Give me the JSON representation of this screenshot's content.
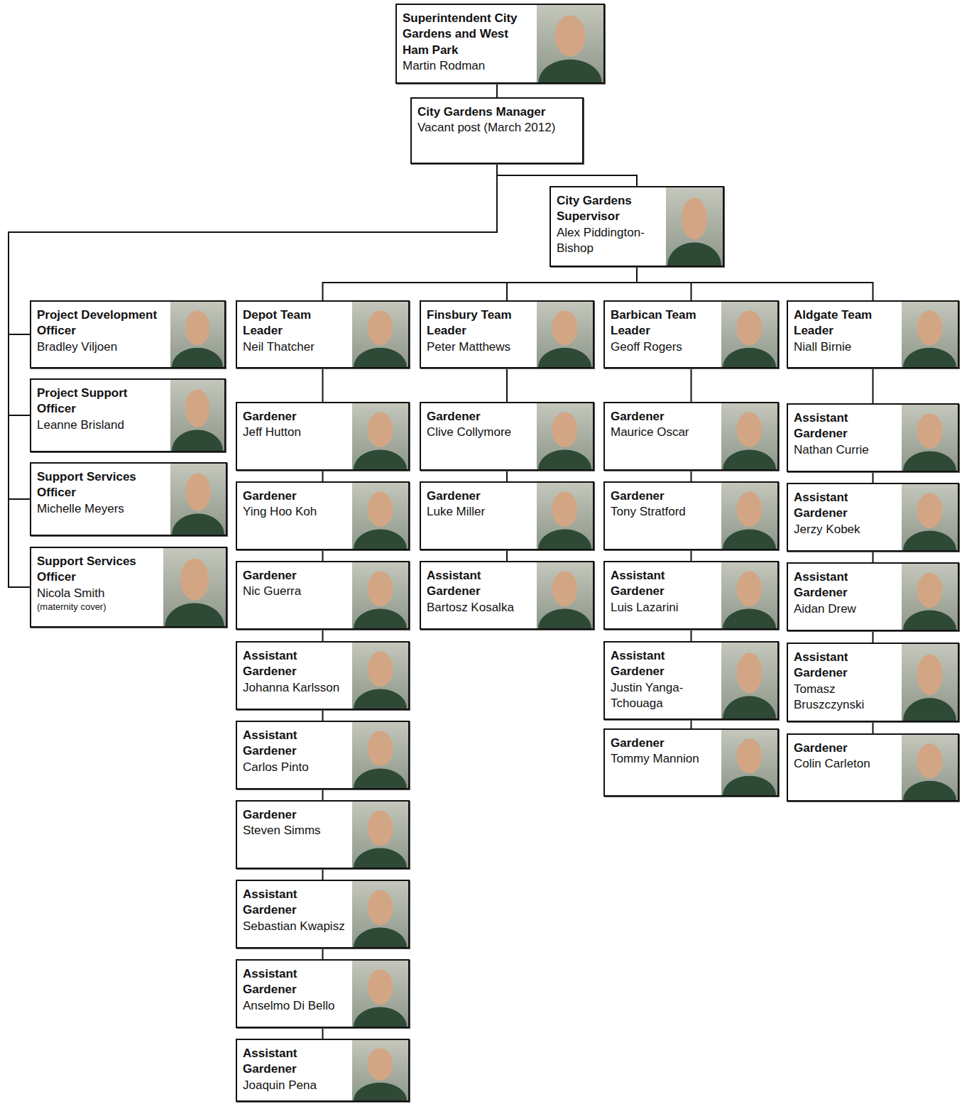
{
  "diagram": {
    "nodes": [
      {
        "text": [
          "Superintendent City Gardens and West Ham Park",
          "Martin Rodman"
        ]
      },
      {
        "text": [
          "City Gardens Manager",
          "Vacant post (March 2012)"
        ]
      },
      {
        "text": [
          "City Gardens Supervisor",
          "Alex Piddington-Bishop"
        ]
      },
      {
        "text": [
          "Project Development Officer",
          "Bradley Viljoen"
        ]
      },
      {
        "text": [
          "Project Support Officer",
          "Leanne Brisland"
        ]
      },
      {
        "text": [
          "Support Services Officer",
          "Michelle Meyers"
        ]
      },
      {
        "text": [
          "Support Services Officer",
          "Nicola Smith",
          "(maternity cover)"
        ]
      },
      {
        "text": [
          "Depot Team Leader",
          "Neil Thatcher"
        ]
      },
      {
        "text": [
          "Finsbury Team Leader",
          "Peter Matthews"
        ]
      },
      {
        "text": [
          "Barbican Team Leader",
          "Geoff Rogers"
        ]
      },
      {
        "text": [
          "Aldgate Team Leader",
          "Niall Birnie"
        ]
      },
      {
        "text": [
          "Gardener",
          "Jeff Hutton"
        ]
      },
      {
        "text": [
          "Gardener",
          "Ying Hoo Koh"
        ]
      },
      {
        "text": [
          "Gardener",
          "Nic Guerra"
        ]
      },
      {
        "text": [
          "Assistant Gardener",
          "Johanna Karlsson"
        ]
      },
      {
        "text": [
          "Assistant Gardener",
          "Carlos Pinto"
        ]
      },
      {
        "text": [
          "Gardener",
          "Steven Simms"
        ]
      },
      {
        "text": [
          "Assistant Gardener",
          "Sebastian Kwapisz"
        ]
      },
      {
        "text": [
          "Assistant Gardener",
          "Anselmo Di Bello"
        ]
      },
      {
        "text": [
          "Assistant Gardener",
          "Joaquin Pena"
        ]
      },
      {
        "text": [
          "Gardener",
          "Clive Collymore"
        ]
      },
      {
        "text": [
          "Gardener",
          "Luke Miller"
        ]
      },
      {
        "text": [
          "Assistant Gardener",
          "Bartosz Kosalka"
        ]
      },
      {
        "text": [
          "Gardener",
          "Maurice Oscar"
        ]
      },
      {
        "text": [
          "Gardener",
          "Tony Stratford"
        ]
      },
      {
        "text": [
          "Assistant Gardener",
          "Luis Lazarini"
        ]
      },
      {
        "text": [
          "Assistant Gardener",
          "Justin Yanga-Tchouaga"
        ]
      },
      {
        "text": [
          "Gardener",
          "Tommy Mannion"
        ]
      },
      {
        "text": [
          "Assistant Gardener",
          "Nathan Currie"
        ]
      },
      {
        "text": [
          "Assistant Gardener",
          "Jerzy Kobek"
        ]
      },
      {
        "text": [
          "Assistant Gardener",
          "Aidan Drew"
        ]
      },
      {
        "text": [
          "Assistant Gardener",
          "Tomasz Bruszczynski"
        ]
      },
      {
        "text": [
          "Gardener",
          "Colin Carleton"
        ]
      }
    ],
    "edges": [
      {
        "from": 0,
        "to": 1,
        "arrow": "none"
      },
      {
        "from": 1,
        "to": 2,
        "arrow": "none"
      },
      {
        "from": 1,
        "to": 3,
        "arrow": "none"
      },
      {
        "from": 1,
        "to": 4,
        "arrow": "none"
      },
      {
        "from": 1,
        "to": 5,
        "arrow": "none"
      },
      {
        "from": 1,
        "to": 6,
        "arrow": "none"
      },
      {
        "from": 2,
        "to": 7,
        "arrow": "none"
      },
      {
        "from": 2,
        "to": 8,
        "arrow": "none"
      },
      {
        "from": 2,
        "to": 9,
        "arrow": "none"
      },
      {
        "from": 2,
        "to": 10,
        "arrow": "none"
      },
      {
        "from": 7,
        "to": 11,
        "arrow": "none"
      },
      {
        "from": 11,
        "to": 12,
        "arrow": "none"
      },
      {
        "from": 12,
        "to": 13,
        "arrow": "none"
      },
      {
        "from": 13,
        "to": 14,
        "arrow": "none"
      },
      {
        "from": 14,
        "to": 15,
        "arrow": "none"
      },
      {
        "from": 15,
        "to": 16,
        "arrow": "none"
      },
      {
        "from": 16,
        "to": 17,
        "arrow": "none"
      },
      {
        "from": 17,
        "to": 18,
        "arrow": "none"
      },
      {
        "from": 18,
        "to": 19,
        "arrow": "none"
      },
      {
        "from": 8,
        "to": 20,
        "arrow": "none"
      },
      {
        "from": 20,
        "to": 21,
        "arrow": "none"
      },
      {
        "from": 21,
        "to": 22,
        "arrow": "none"
      },
      {
        "from": 9,
        "to": 23,
        "arrow": "none"
      },
      {
        "from": 23,
        "to": 24,
        "arrow": "none"
      },
      {
        "from": 24,
        "to": 25,
        "arrow": "none"
      },
      {
        "from": 25,
        "to": 26,
        "arrow": "none"
      },
      {
        "from": 26,
        "to": 27,
        "arrow": "none"
      },
      {
        "from": 10,
        "to": 28,
        "arrow": "none"
      },
      {
        "from": 28,
        "to": 29,
        "arrow": "none"
      },
      {
        "from": 29,
        "to": 30,
        "arrow": "none"
      },
      {
        "from": 30,
        "to": 31,
        "arrow": "none"
      },
      {
        "from": 31,
        "to": 32,
        "arrow": "none"
      }
    ]
  }
}
